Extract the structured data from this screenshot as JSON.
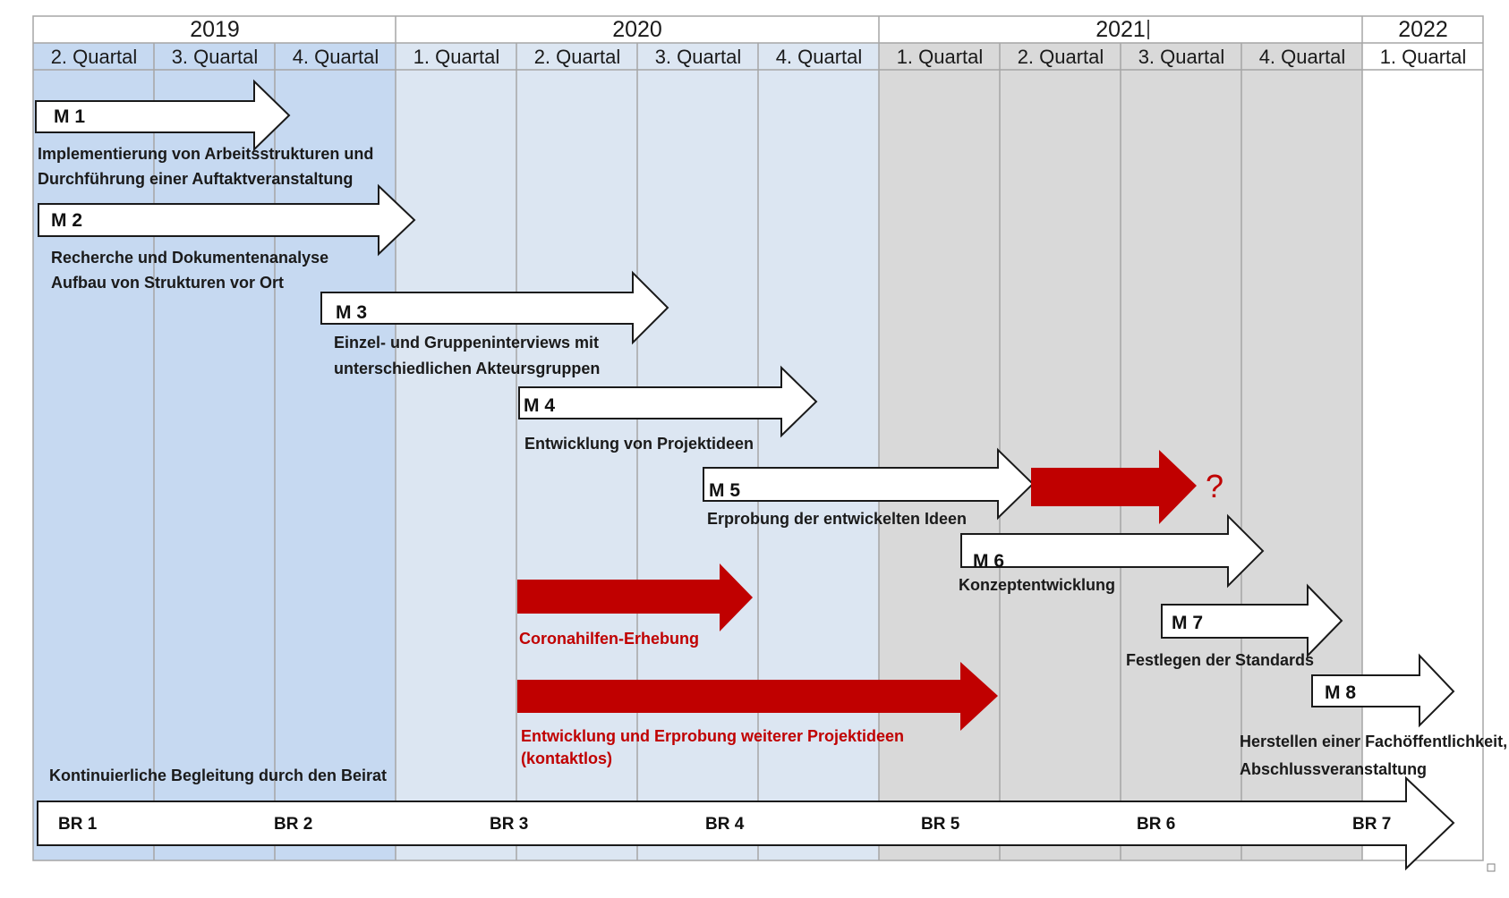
{
  "colors": {
    "year2019_bg": "#c6d9f1",
    "year2020_bg": "#dce6f2",
    "year2021_bg": "#d9d9d9",
    "year2022_bg": "#ffffff",
    "grid_line": "#a6a6a6",
    "accent_red": "#c00000"
  },
  "years": [
    {
      "label": "2019"
    },
    {
      "label": "2020"
    },
    {
      "label": "2021"
    },
    {
      "label": "2022"
    }
  ],
  "quarters": [
    {
      "label": "2. Quartal"
    },
    {
      "label": "3. Quartal"
    },
    {
      "label": "4. Quartal"
    },
    {
      "label": "1. Quartal"
    },
    {
      "label": "2. Quartal"
    },
    {
      "label": "3. Quartal"
    },
    {
      "label": "4. Quartal"
    },
    {
      "label": "1. Quartal"
    },
    {
      "label": "2. Quartal"
    },
    {
      "label": "3. Quartal"
    },
    {
      "label": "4. Quartal"
    },
    {
      "label": "1. Quartal"
    }
  ],
  "milestones": [
    {
      "label": "M 1",
      "line1": "Implementierung von Arbeitsstrukturen und",
      "line2": "Durchführung einer Auftaktveranstaltung"
    },
    {
      "label": "M 2",
      "line1": "Recherche und Dokumentenanalyse",
      "line2": "Aufbau von Strukturen vor Ort"
    },
    {
      "label": "M 3",
      "line1": "Einzel- und Gruppeninterviews mit",
      "line2": "unterschiedlichen Akteursgruppen"
    },
    {
      "label": "M 4",
      "line1": "Entwicklung von Projektideen"
    },
    {
      "label": "M 5",
      "line1": "Erprobung der entwickelten Ideen"
    },
    {
      "label": "M 6",
      "line1": "Konzeptentwicklung"
    },
    {
      "label": "M 7",
      "line1": "Festlegen der Standards"
    },
    {
      "label": "M 8",
      "line1": "Herstellen einer Fachöffentlichkeit,",
      "line2": "Abschlussveranstaltung"
    }
  ],
  "extension_mark": "?",
  "red_tasks": [
    {
      "line1": "Coronahilfen-Erhebung"
    },
    {
      "line1": "Entwicklung und Erprobung weiterer Projektideen",
      "line2": "(kontaktlos)"
    }
  ],
  "advisory": {
    "label": "Kontinuierliche Begleitung durch den Beirat",
    "meetings": [
      "BR 1",
      "BR 2",
      "BR 3",
      "BR 4",
      "BR 5",
      "BR 6",
      "BR 7"
    ]
  }
}
